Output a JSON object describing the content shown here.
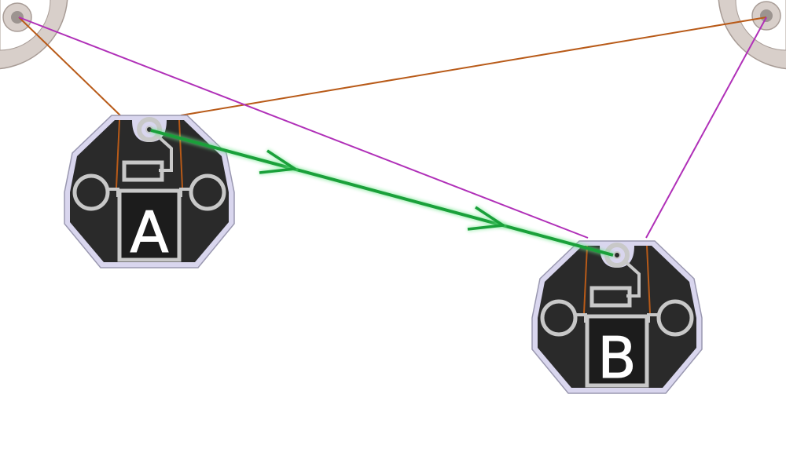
{
  "colors": {
    "background": "#ffffff",
    "anchor": "#d8cfca",
    "anchor_stroke": "#a89c96",
    "body_fill": "#2a2a2a",
    "body_outline": "#d9d6ee",
    "body_edge": "#9a98b0",
    "detail": "#c8c8c8",
    "string_orange": "#b85a18",
    "string_magenta": "#b030b8",
    "move_arrow": "#1aa03a"
  },
  "anchors": [
    {
      "name": "anchor-top-left",
      "icon": "quarter-pulley-icon"
    },
    {
      "name": "anchor-top-right",
      "icon": "quarter-pulley-icon"
    }
  ],
  "carriages": [
    {
      "name": "carriage-a",
      "label": "A"
    },
    {
      "name": "carriage-b",
      "label": "B"
    }
  ],
  "arrow": {
    "name": "move-arrow-a-to-b",
    "icon": "double-chevron-arrow-icon"
  }
}
